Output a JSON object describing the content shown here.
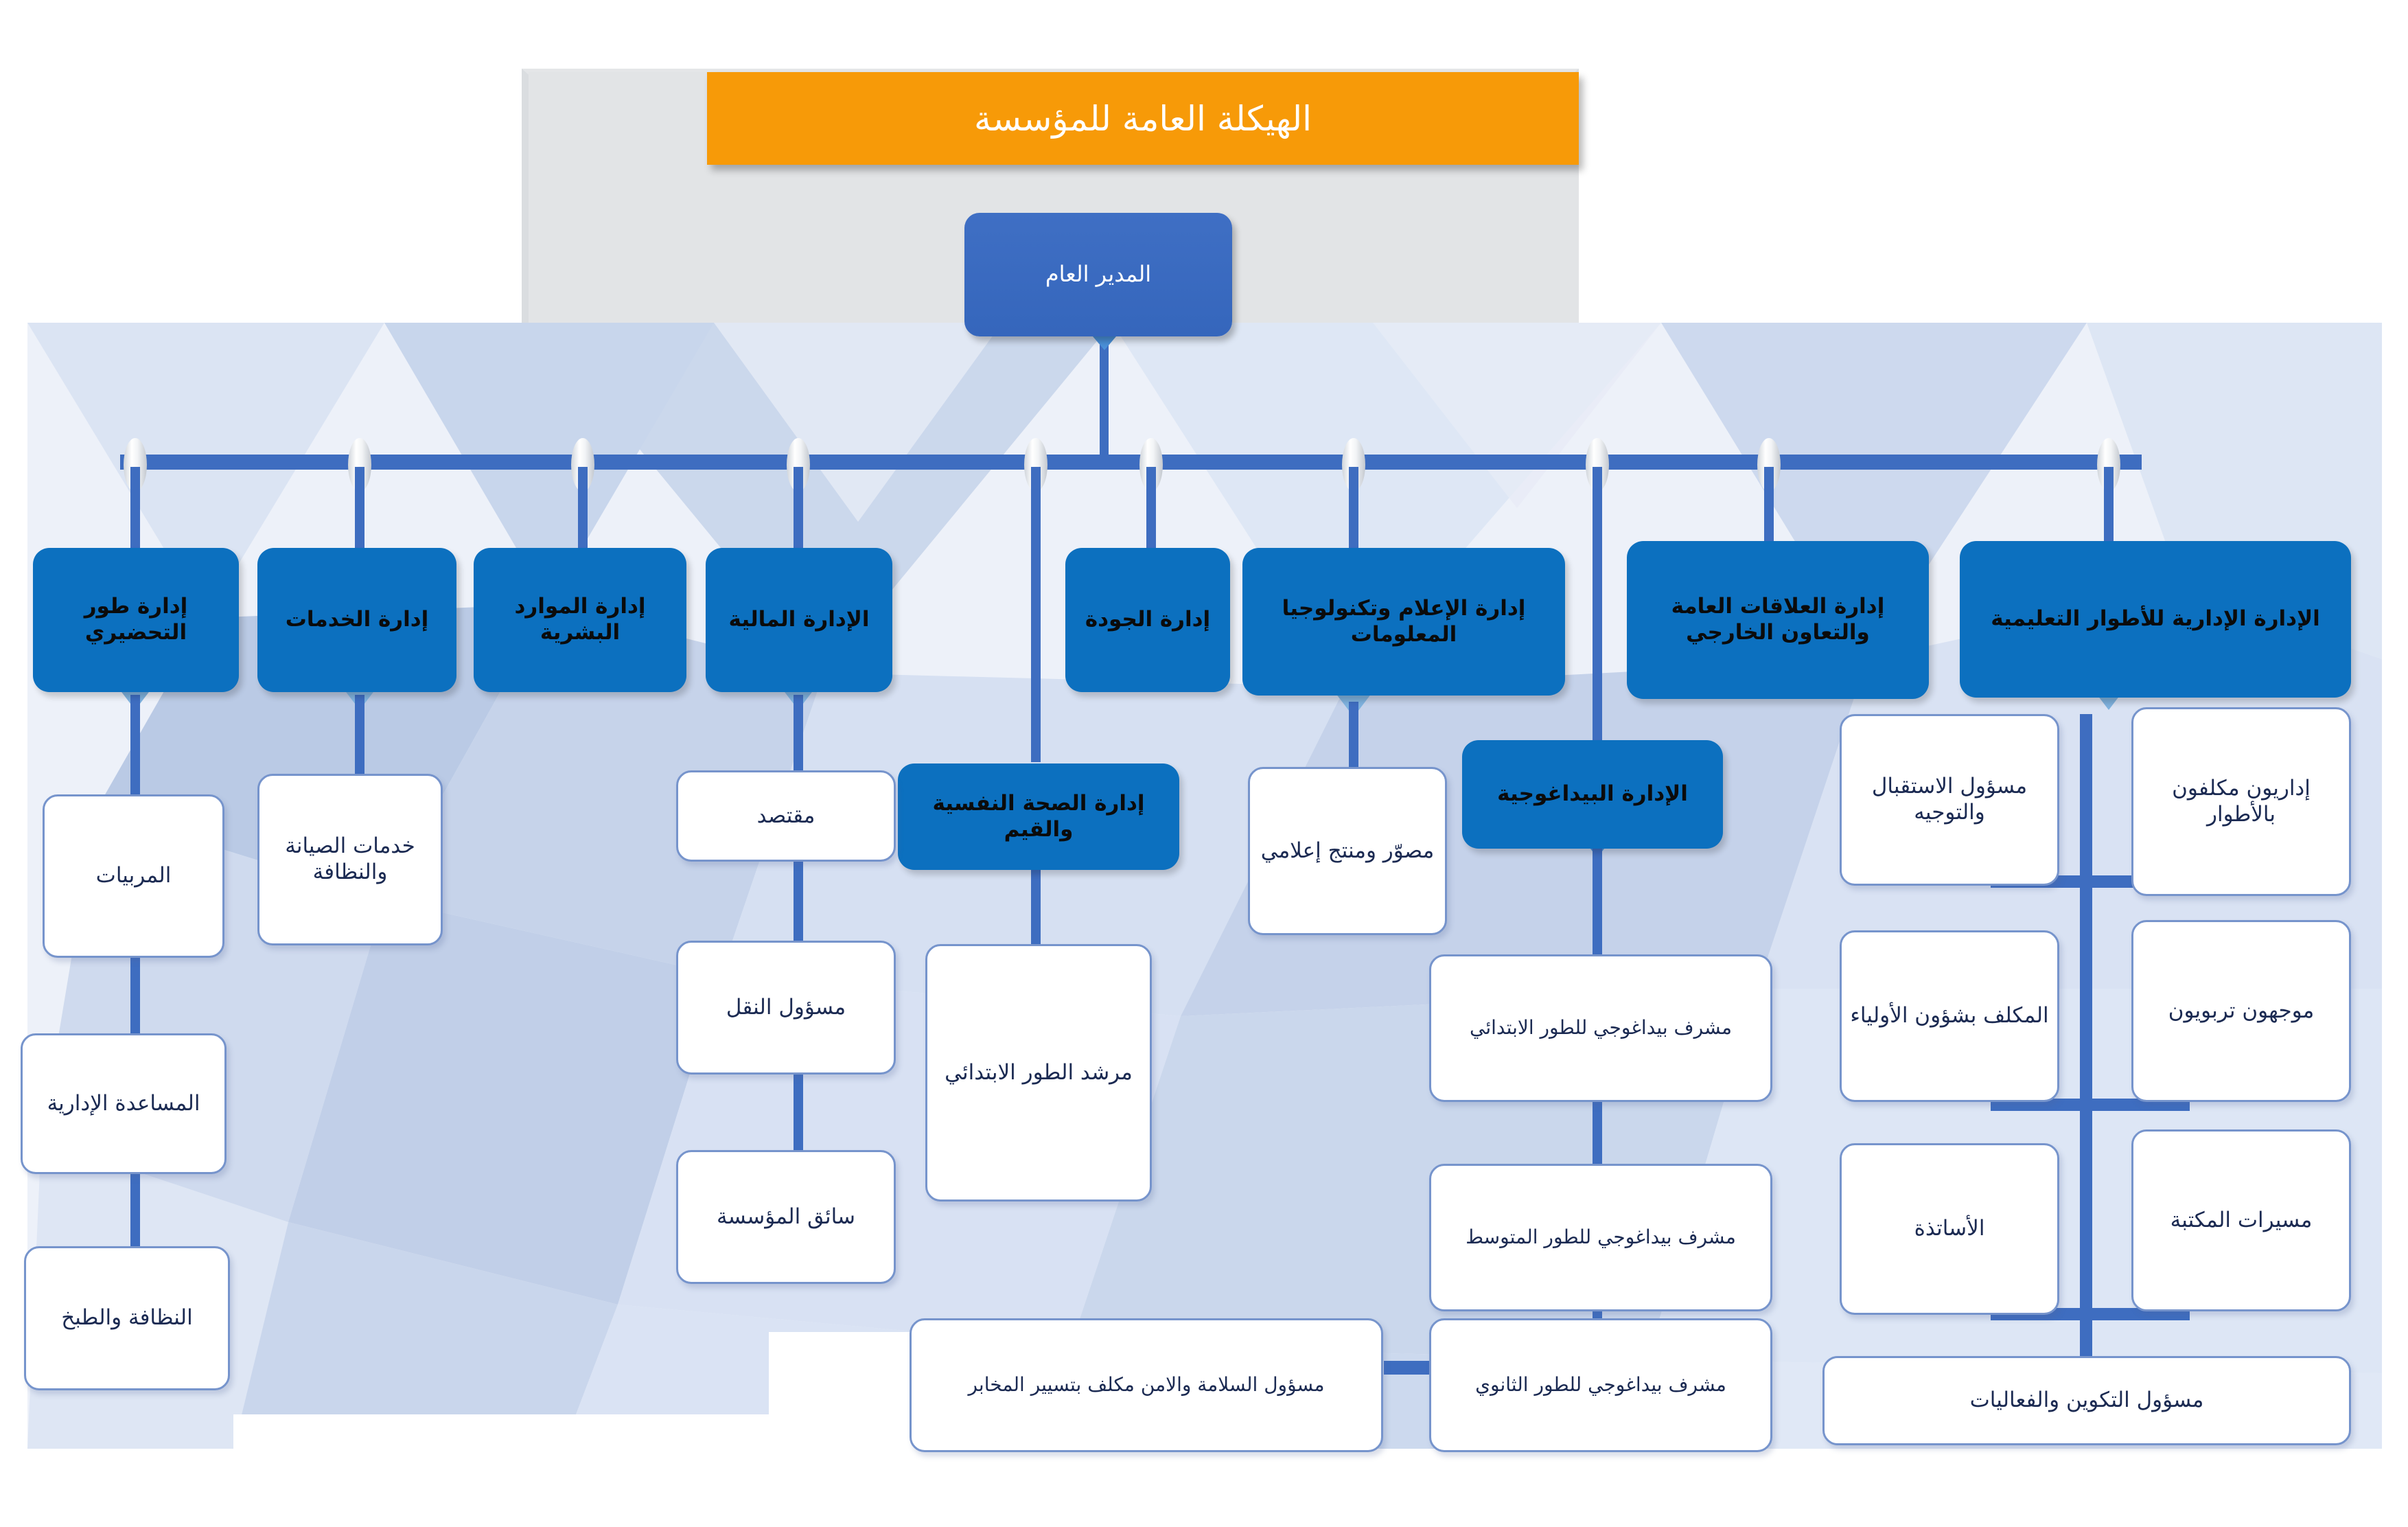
{
  "document": {
    "title": "الهيكلة العامة للمؤسسة",
    "type": "organizational-chart",
    "language": "ar",
    "direction": "rtl"
  },
  "colors": {
    "title_banner": "#F79A08",
    "title_text": "#FFFFFF",
    "ceo_box": "#3F6FC4",
    "department_box": "#0C70BF",
    "leaf_box_fill": "#FFFFFF",
    "leaf_box_border": "#7694CC",
    "connector": "#3E6DC0",
    "arrow": "#4A90D9",
    "background": "#FFFFFF"
  },
  "root": {
    "label": "المدير العام"
  },
  "departments": [
    {
      "id": "prep-stage",
      "label": "إدارة طور التحضيري",
      "children": [
        {
          "label": "المربيات"
        },
        {
          "label": "المساعدة الإدارية"
        },
        {
          "label": "النظافة والطبخ"
        }
      ]
    },
    {
      "id": "services",
      "label": "إدارة الخدمات",
      "children": [
        {
          "label": "خدمات الصيانة والنظافة"
        }
      ]
    },
    {
      "id": "human-resources",
      "label": "إدارة الموارد البشرية",
      "children": []
    },
    {
      "id": "finance",
      "label": "الإدارة المالية",
      "children": [
        {
          "label": "مقتصد"
        },
        {
          "label": "مسؤول النقل"
        },
        {
          "label": "سائق المؤسسة"
        }
      ]
    },
    {
      "id": "quality",
      "label": "إدارة الجودة",
      "children": []
    },
    {
      "id": "media-it",
      "label": "إدارة الإعلام وتكنولوجيا المعلومات",
      "children": [
        {
          "label": "مصوّر ومنتج إعلامي"
        }
      ]
    },
    {
      "id": "public-relations",
      "label": "إدارة العلاقات العامة والتعاون الخارجي",
      "children": [
        {
          "label": "مسؤول الاستقبال والتوجيه"
        },
        {
          "label": "المكلف بشؤون الأولياء"
        },
        {
          "label": "الأساتذة"
        }
      ]
    },
    {
      "id": "educational-admin",
      "label": "الإدارة الإدارية للأطوار التعليمية",
      "children": [
        {
          "label": "إداريون مكلفون بالأطوار"
        },
        {
          "label": "موجهون تربويون"
        },
        {
          "label": "مسيرات المكتبة"
        },
        {
          "label": "مسؤول التكوين والفعاليات"
        }
      ]
    }
  ],
  "sub_units": [
    {
      "id": "mental-health",
      "label": "إدارة الصحة النفسية والقيم",
      "children": [
        {
          "label": "مرشد الطور الابتدائي"
        }
      ]
    },
    {
      "id": "pedagogical",
      "label": "الإدارة البيداغوجية",
      "children": [
        {
          "label": "مشرف بيداغوجي للطور الابتدائي"
        },
        {
          "label": "مشرف بيداغوجي للطور المتوسط"
        },
        {
          "label": "مشرف بيداغوجي للطور الثانوي"
        }
      ]
    }
  ],
  "standalone": [
    {
      "id": "safety",
      "label": "مسؤول السلامة والامن مكلف بتسيير المخابر"
    }
  ],
  "nodes": {
    "title": "الهيكلة العامة للمؤسسة",
    "ceo": "المدير العام",
    "dept_prep": "إدارة طور التحضيري",
    "dept_services": "إدارة الخدمات",
    "dept_hr": "إدارة الموارد البشرية",
    "dept_finance": "الإدارة المالية",
    "dept_quality": "إدارة الجودة",
    "dept_media": "إدارة الإعلام وتكنولوجيا المعلومات",
    "dept_pr": "إدارة العلاقات العامة والتعاون الخارجي",
    "dept_eduadmin": "الإدارة الإدارية للأطوار التعليمية",
    "leaf_nannies": "المربيات",
    "leaf_admin_assist": "المساعدة الإدارية",
    "leaf_cleaning_cooking": "النظافة والطبخ",
    "leaf_maintenance": "خدمات الصيانة والنظافة",
    "leaf_bursar": "مقتصد",
    "leaf_transport": "مسؤول النقل",
    "leaf_driver": "سائق المؤسسة",
    "unit_mentalhealth": "إدارة الصحة النفسية والقيم",
    "leaf_primary_guide": "مرشد الطور الابتدائي",
    "leaf_media_producer": "مصوّر ومنتج إعلامي",
    "unit_pedagogical": "الإدارة البيداغوجية",
    "leaf_sup_primary": "مشرف بيداغوجي للطور الابتدائي",
    "leaf_sup_middle": "مشرف بيداغوجي للطور المتوسط",
    "leaf_sup_secondary": "مشرف بيداغوجي للطور الثانوي",
    "leaf_reception": "مسؤول الاستقبال والتوجيه",
    "leaf_parents": "المكلف بشؤون الأولياء",
    "leaf_teachers": "الأساتذة",
    "leaf_stage_admins": "إداريون مكلفون بالأطوار",
    "leaf_counselors": "موجهون تربويون",
    "leaf_library": "مسيرات المكتبة",
    "leaf_training": "مسؤول التكوين والفعاليات",
    "leaf_safety": "مسؤول السلامة والامن مكلف بتسيير المخابر"
  }
}
